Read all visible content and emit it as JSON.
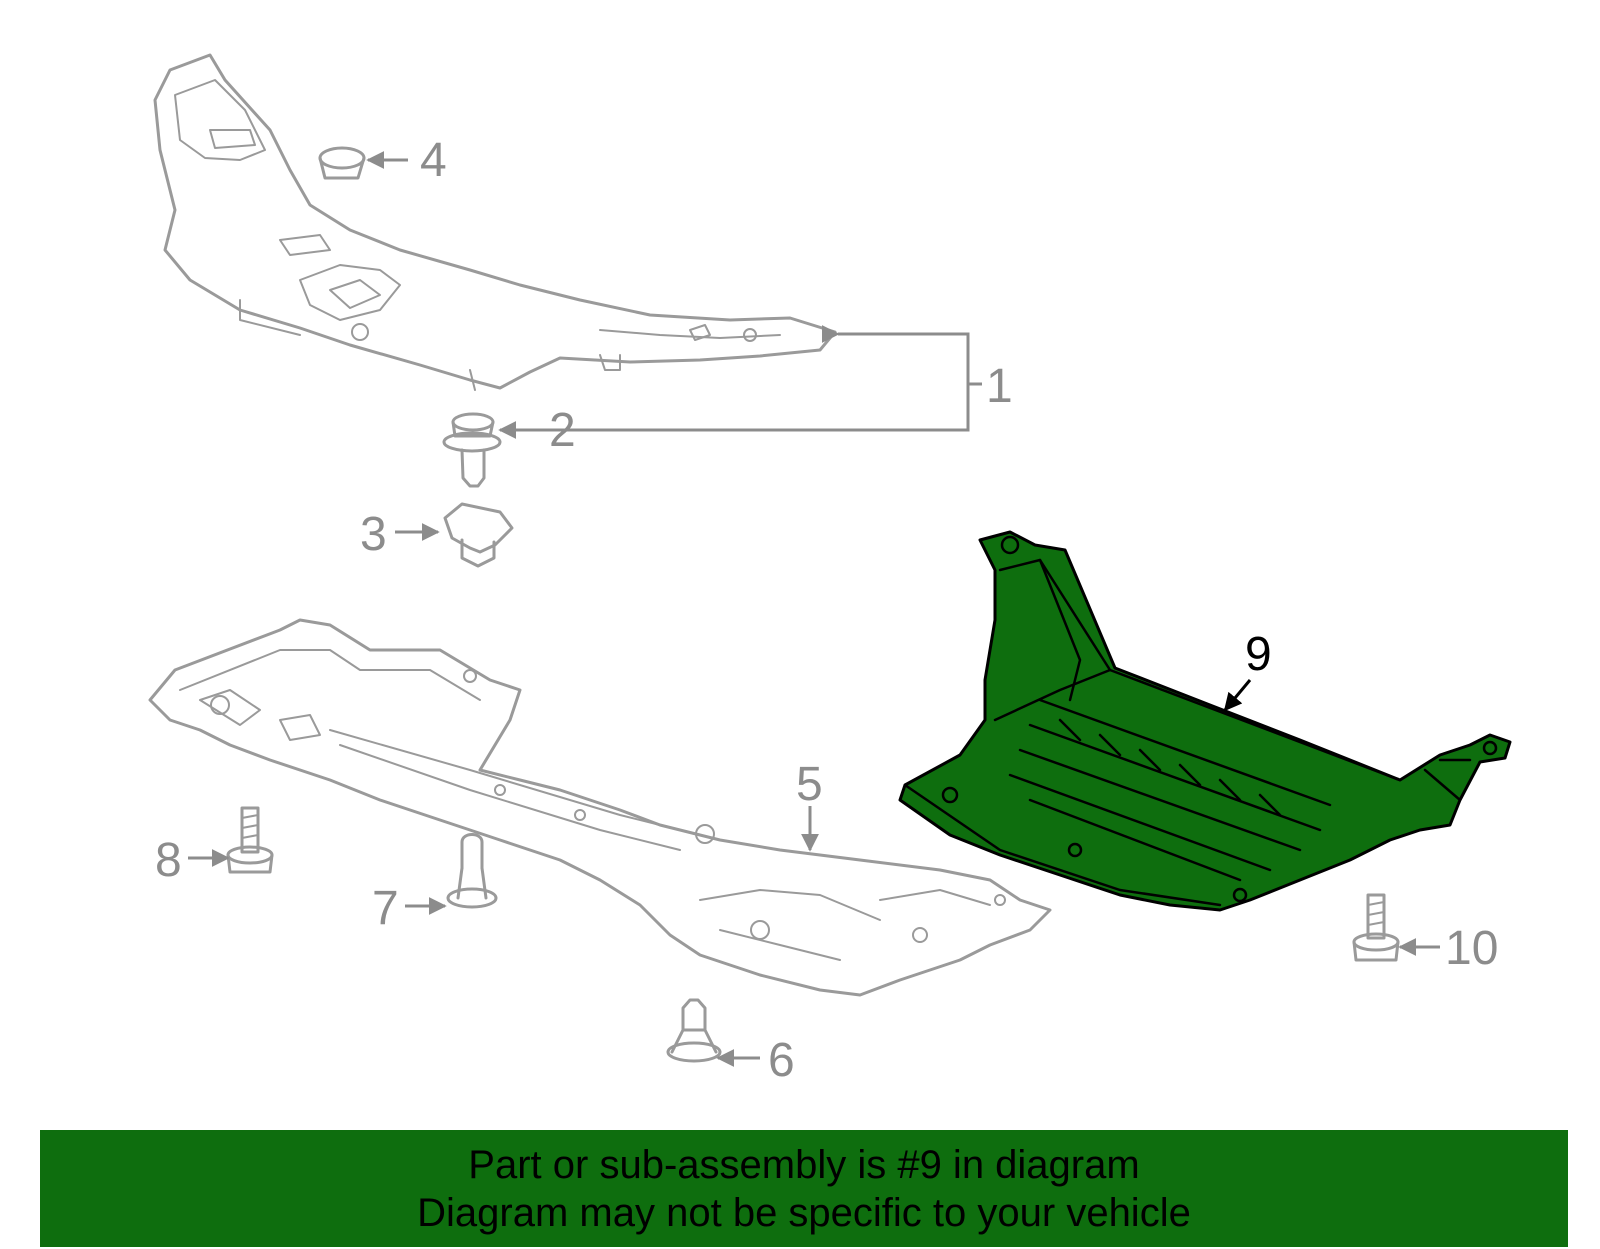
{
  "callouts": {
    "c1": "1",
    "c2": "2",
    "c3": "3",
    "c4": "4",
    "c5": "5",
    "c6": "6",
    "c7": "7",
    "c8": "8",
    "c9": "9",
    "c10": "10"
  },
  "highlight_color": "#0e6e0e",
  "banner": {
    "line1": "Part or sub-assembly is #9 in diagram",
    "line2": "Diagram may not be specific to your vehicle"
  }
}
